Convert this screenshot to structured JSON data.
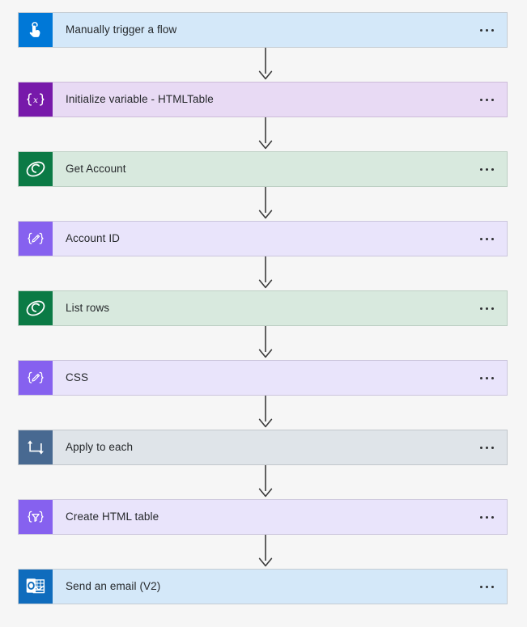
{
  "canvas": {
    "background": "#f6f6f6",
    "connector_color": "#3b3b3b",
    "menu_label": "More commands"
  },
  "flow": {
    "nodes": [
      {
        "title": "Manually trigger a flow",
        "icon": "touch-trigger-icon",
        "icon_bg": "#0078d7",
        "card_bg": "#d4e8f9",
        "border": "#c4ccd3",
        "type": "trigger"
      },
      {
        "title": "Initialize variable - HTMLTable",
        "icon": "variable-braces-x-icon",
        "icon_bg": "#7719aa",
        "card_bg": "#e8daf4",
        "border": "#cdbcd9",
        "type": "action"
      },
      {
        "title": "Get Account",
        "icon": "dataverse-swirl-icon",
        "icon_bg": "#0b7a45",
        "card_bg": "#d8e9de",
        "border": "#bccfc3",
        "type": "action"
      },
      {
        "title": "Account ID",
        "icon": "compose-braces-pencil-icon",
        "icon_bg": "#8661ef",
        "card_bg": "#e9e4fb",
        "border": "#ccc6dd",
        "type": "action"
      },
      {
        "title": "List rows",
        "icon": "dataverse-swirl-icon",
        "icon_bg": "#0b7a45",
        "card_bg": "#d8e9de",
        "border": "#bccfc3",
        "type": "action"
      },
      {
        "title": "CSS",
        "icon": "compose-braces-pencil-icon",
        "icon_bg": "#8661ef",
        "card_bg": "#e9e4fb",
        "border": "#ccc6dd",
        "type": "action"
      },
      {
        "title": "Apply to each",
        "icon": "loop-foreach-icon",
        "icon_bg": "#486991",
        "card_bg": "#dfe4e9",
        "border": "#c2c7cc",
        "type": "control"
      },
      {
        "title": "Create HTML table",
        "icon": "data-operation-funnel-icon",
        "icon_bg": "#8661ef",
        "card_bg": "#e9e4fb",
        "border": "#ccc6dd",
        "type": "action"
      },
      {
        "title": "Send an email (V2)",
        "icon": "outlook-icon",
        "icon_bg": "#0f6cbd",
        "card_bg": "#d4e8f9",
        "border": "#c4ccd3",
        "type": "action"
      }
    ]
  }
}
